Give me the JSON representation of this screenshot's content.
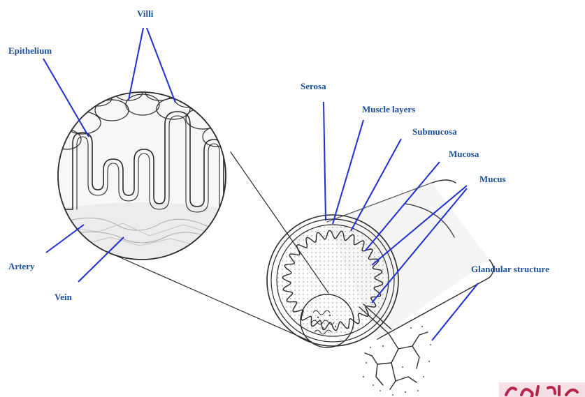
{
  "labels": {
    "villi": "Villi",
    "epithelium": "Epithelium",
    "artery": "Artery",
    "vein": "Vein",
    "serosa": "Serosa",
    "muscle_layers": "Muscle layers",
    "submucosa": "Submucosa",
    "mucosa": "Mucosa",
    "mucus": "Mucus",
    "glandular_structure": "Glandular structure"
  },
  "colors": {
    "label_text": "#1a4f9c",
    "pointer_line": "#1f2fd6",
    "ink": "#2a2a2a",
    "shade": "#b9b9b9",
    "watermark": "#b3264a"
  }
}
